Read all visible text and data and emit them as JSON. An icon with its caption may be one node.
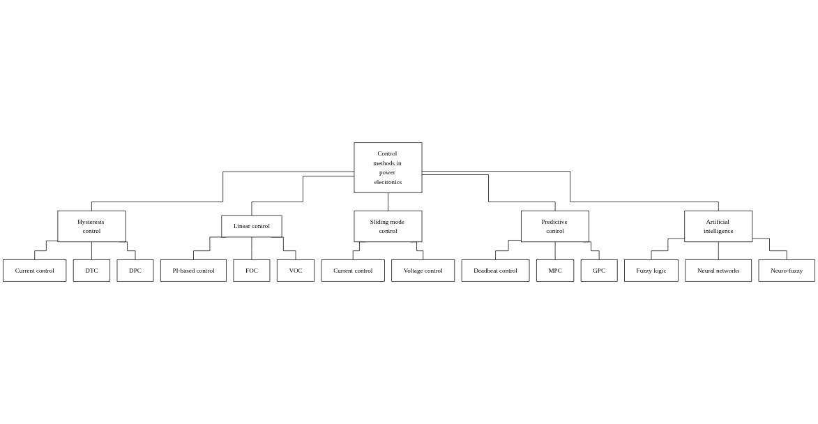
{
  "diagram": {
    "nodes": [
      {
        "text": [
          "Control methods in power electronics"
        ]
      },
      {
        "text": [
          "Hysteresis control"
        ]
      },
      {
        "text": [
          "Linear control"
        ]
      },
      {
        "text": [
          "Sliding mode control"
        ]
      },
      {
        "text": [
          "Predictive control"
        ]
      },
      {
        "text": [
          "Artificial intelligence"
        ]
      },
      {
        "text": [
          "Current control"
        ]
      },
      {
        "text": [
          "DTC"
        ]
      },
      {
        "text": [
          "DPC"
        ]
      },
      {
        "text": [
          "PI-based control"
        ]
      },
      {
        "text": [
          "FOC"
        ]
      },
      {
        "text": [
          "VOC"
        ]
      },
      {
        "text": [
          "Current control"
        ]
      },
      {
        "text": [
          "Voltage control"
        ]
      },
      {
        "text": [
          "Deadbeat control"
        ]
      },
      {
        "text": [
          "MPC"
        ]
      },
      {
        "text": [
          "GPC"
        ]
      },
      {
        "text": [
          "Fuzzy logic"
        ]
      },
      {
        "text": [
          "Neural networks"
        ]
      },
      {
        "text": [
          "Neuro-fuzzy"
        ]
      }
    ],
    "edges": [
      {
        "from": 0,
        "to": 1,
        "arrow": "none"
      },
      {
        "from": 0,
        "to": 2,
        "arrow": "none"
      },
      {
        "from": 0,
        "to": 3,
        "arrow": "none"
      },
      {
        "from": 0,
        "to": 4,
        "arrow": "none"
      },
      {
        "from": 0,
        "to": 5,
        "arrow": "none"
      },
      {
        "from": 1,
        "to": 6,
        "arrow": "none"
      },
      {
        "from": 1,
        "to": 7,
        "arrow": "none"
      },
      {
        "from": 1,
        "to": 8,
        "arrow": "none"
      },
      {
        "from": 2,
        "to": 9,
        "arrow": "none"
      },
      {
        "from": 2,
        "to": 10,
        "arrow": "none"
      },
      {
        "from": 2,
        "to": 11,
        "arrow": "none"
      },
      {
        "from": 3,
        "to": 12,
        "arrow": "none"
      },
      {
        "from": 3,
        "to": 13,
        "arrow": "none"
      },
      {
        "from": 4,
        "to": 14,
        "arrow": "none"
      },
      {
        "from": 4,
        "to": 15,
        "arrow": "none"
      },
      {
        "from": 4,
        "to": 16,
        "arrow": "none"
      },
      {
        "from": 5,
        "to": 17,
        "arrow": "none"
      },
      {
        "from": 5,
        "to": 18,
        "arrow": "none"
      },
      {
        "from": 5,
        "to": 19,
        "arrow": "none"
      }
    ]
  }
}
